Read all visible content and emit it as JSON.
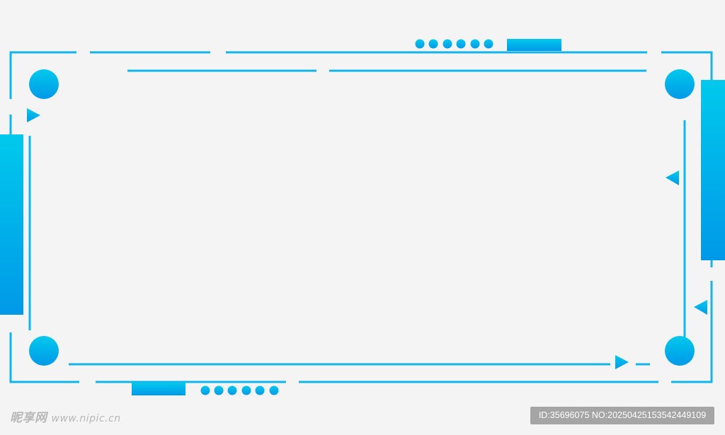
{
  "colors": {
    "accent_light": "#00c9ec",
    "accent_dark": "#0099e8",
    "background": "#f4f4f4"
  },
  "watermark": {
    "site_name": "昵享网",
    "url": "www.nipic.cn",
    "id_text": "ID:35696075 NO:20250425153542449109"
  }
}
